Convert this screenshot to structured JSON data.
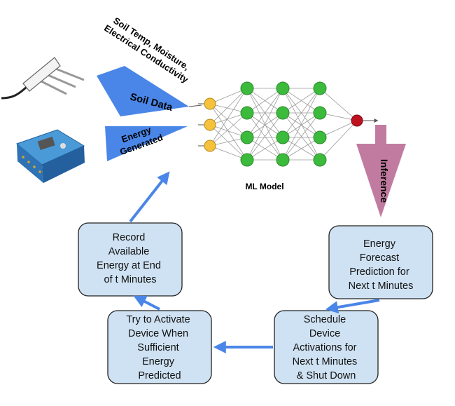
{
  "inputs": {
    "soil_params": [
      "Soil Temp, Moisture,",
      "Electrical Conductivity"
    ],
    "soil_data": "Soil Data",
    "energy_generated": [
      "Energy",
      "Generated"
    ]
  },
  "model": {
    "label": "ML Model"
  },
  "inference": {
    "label": "Inference"
  },
  "steps": {
    "forecast": [
      "Energy",
      "Forecast",
      "Prediction for",
      "Next t Minutes"
    ],
    "schedule": [
      "Schedule",
      "Device",
      "Activations for",
      "Next t Minutes",
      "& Shut Down"
    ],
    "activate": [
      "Try to Activate",
      "Device When",
      "Sufficient",
      "Energy",
      "Predicted"
    ],
    "record": [
      "Record",
      "Available",
      "Energy at End",
      "of t Minutes"
    ]
  },
  "colors": {
    "box_fill": "#cfe2f3",
    "arrow_blue": "#4a86e8",
    "input_neuron": "#f6c23e",
    "hidden_neuron": "#3cba3c",
    "output_neuron": "#c0111f",
    "inference_arrow": "#c27ba0"
  }
}
